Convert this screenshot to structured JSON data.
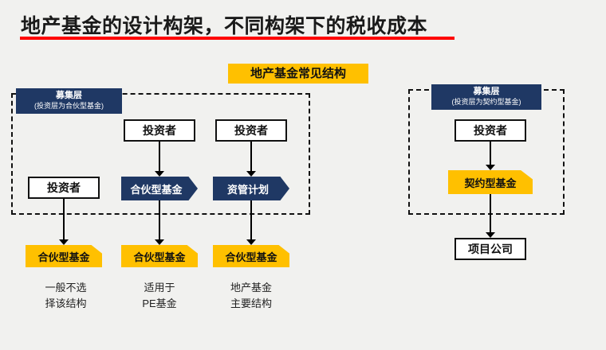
{
  "title": "地产基金的设计构架，不同构架下的税收成本",
  "badge": {
    "label": "地产基金常见结构"
  },
  "left_group": {
    "tag": {
      "line1": "募集层",
      "line2": "(投资层为合伙型基金)"
    },
    "col1": {
      "investor": "投资者",
      "fund": "合伙型基金",
      "note1": "一般不选",
      "note2": "择该结构"
    },
    "col2": {
      "investor": "投资者",
      "mid": "合伙型基金",
      "fund": "合伙型基金",
      "note1": "适用于",
      "note2": "PE基金"
    },
    "col3": {
      "investor": "投资者",
      "mid": "资管计划",
      "fund": "合伙型基金",
      "note1": "地产基金",
      "note2": "主要结构"
    }
  },
  "right_group": {
    "tag": {
      "line1": "募集层",
      "line2": "(投资层为契约型基金)"
    },
    "investor": "投资者",
    "fund": "契约型基金",
    "company": "项目公司"
  },
  "colors": {
    "accent_yellow": "#FFC000",
    "navy": "#1F3864",
    "underline_red": "#FF0000"
  }
}
